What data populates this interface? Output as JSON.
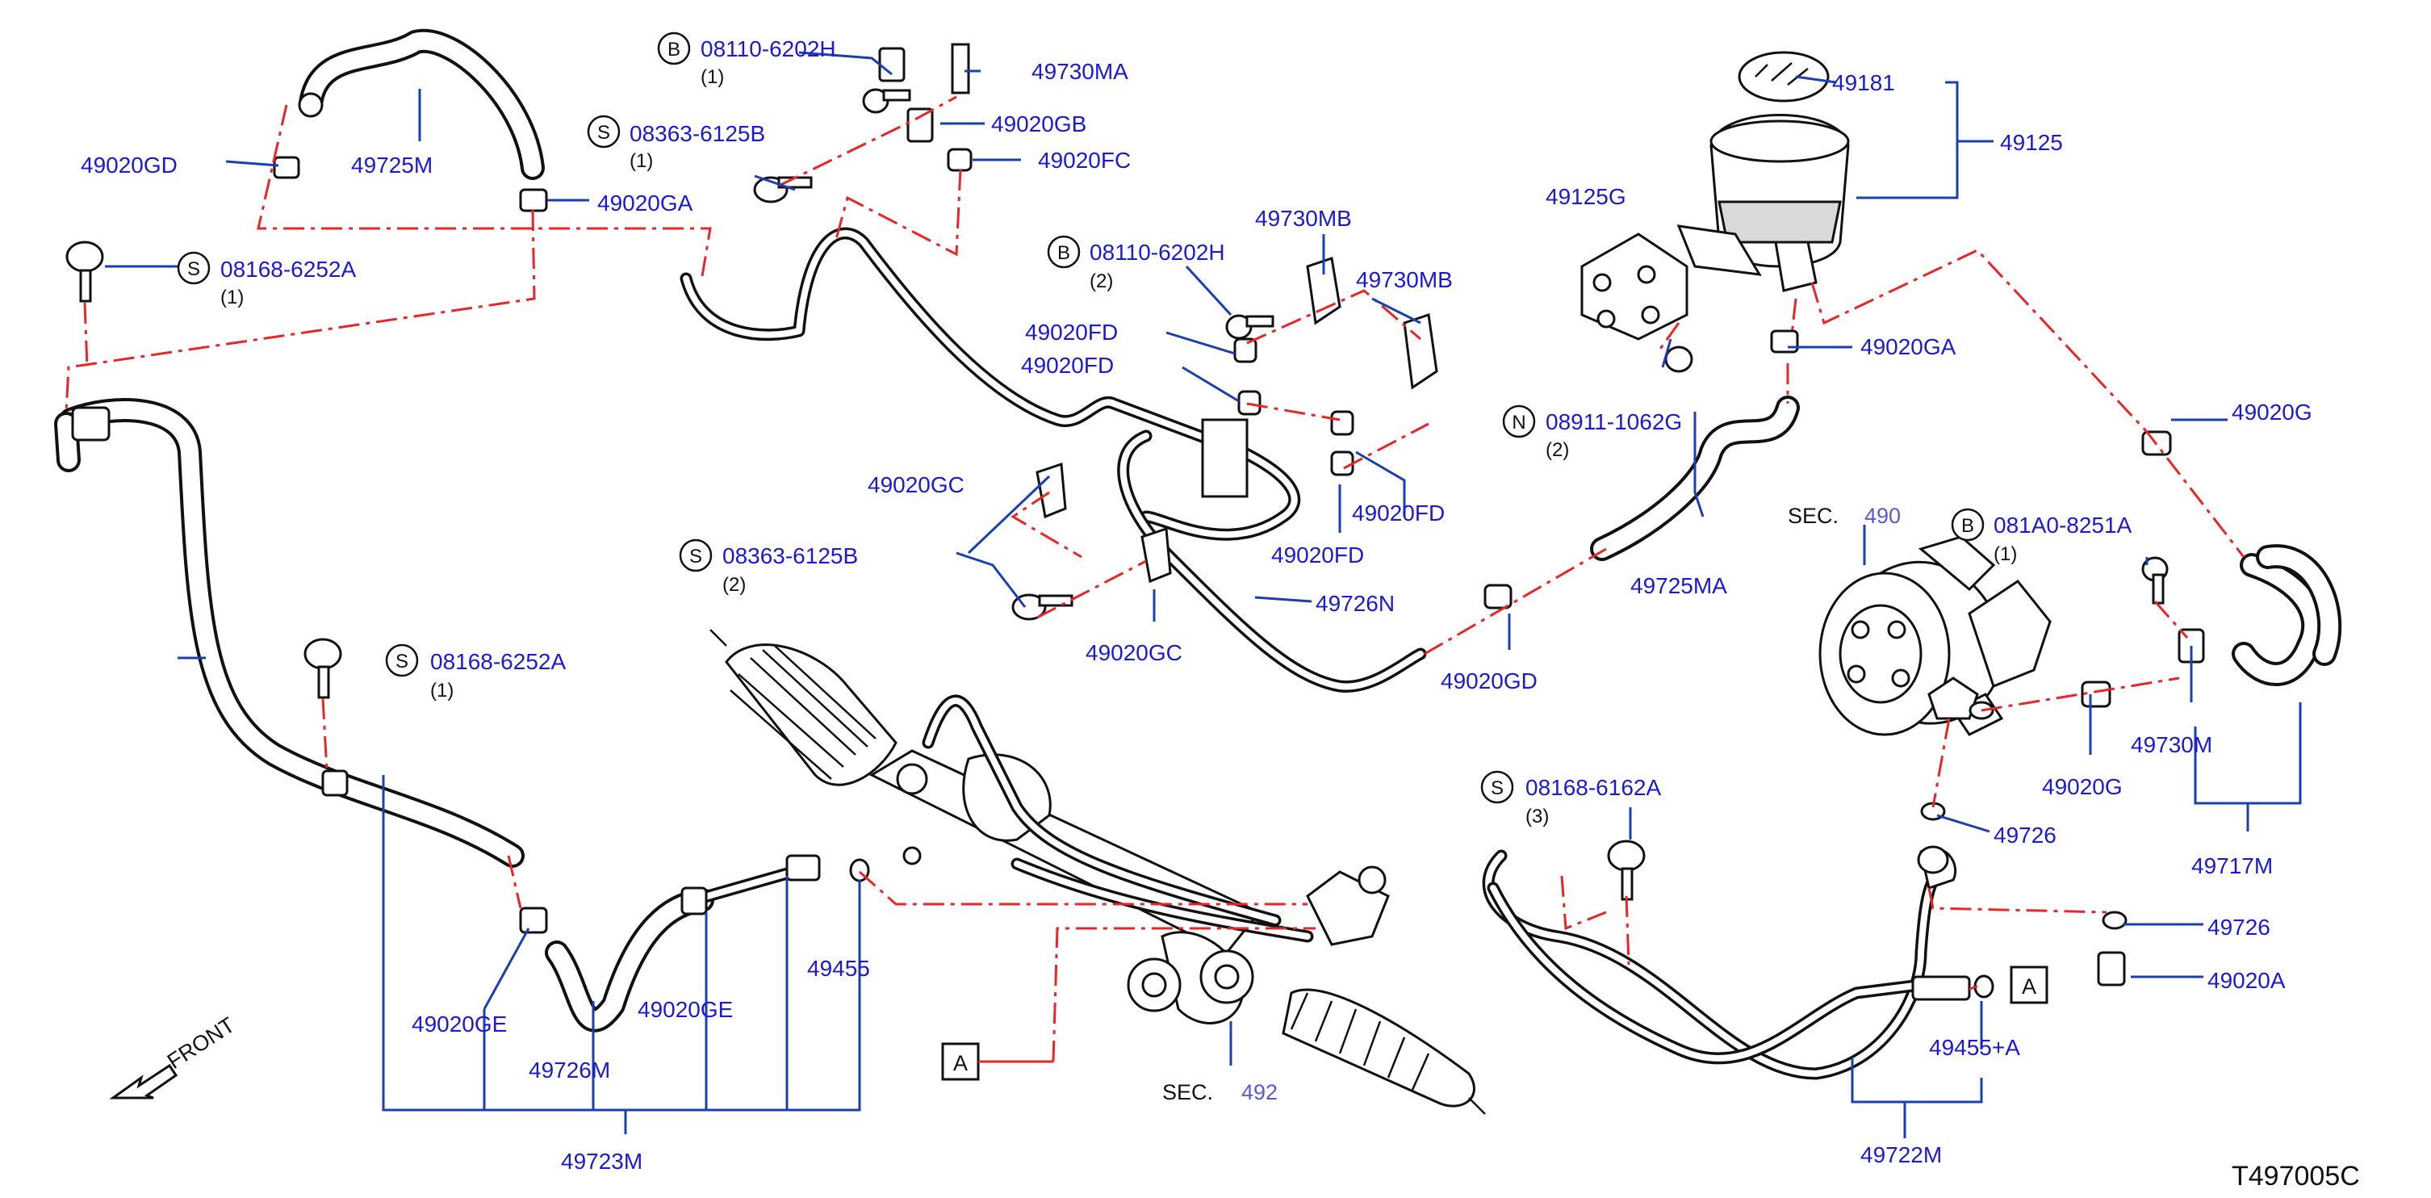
{
  "diagram": {
    "drawing_number": "T497005C",
    "front_label": "FRONT",
    "sec_prefix": "SEC.",
    "sections": {
      "pump": "490",
      "gear": "492"
    },
    "ref_box_label": "A",
    "badges": {
      "b": "B",
      "s": "S",
      "n": "N"
    },
    "parts": {
      "p49181": "49181",
      "p49125": "49125",
      "p49125G": "49125G",
      "p49020GA_top": "49020GA",
      "p49020GA_res": "49020GA",
      "p49020GD_left": "49020GD",
      "p49020GD_mid": "49020GD",
      "p49725M": "49725M",
      "p49725MA": "49725MA",
      "p49730MA": "49730MA",
      "p49020GB": "49020GB",
      "p49020FC": "49020FC",
      "p49730MB_a": "49730MB",
      "p49730MB_b": "49730MB",
      "p49020FD_1": "49020FD",
      "p49020FD_2": "49020FD",
      "p49020FD_3": "49020FD",
      "p49020FD_4": "49020FD",
      "p49020GC_1": "49020GC",
      "p49020GC_2": "49020GC",
      "p49726N": "49726N",
      "p49020G_top": "49020G",
      "p49020G_low": "49020G",
      "p49730M": "49730M",
      "p49717M": "49717M",
      "p49726_a": "49726",
      "p49726_b": "49726",
      "p49020A": "49020A",
      "p49455A": "49455+A",
      "p49722M": "49722M",
      "p49455": "49455",
      "p49020GE_1": "49020GE",
      "p49020GE_2": "49020GE",
      "p49726M": "49726M",
      "p49723M": "49723M"
    },
    "bolts": {
      "b1": {
        "part": "08110-6202H",
        "qty": "(1)"
      },
      "b2": {
        "part": "08110-6202H",
        "qty": "(2)"
      },
      "b3": {
        "part": "081A0-8251A",
        "qty": "(1)"
      },
      "s1": {
        "part": "08363-6125B",
        "qty": "(1)"
      },
      "s2": {
        "part": "08168-6252A",
        "qty": "(1)"
      },
      "s3": {
        "part": "08363-6125B",
        "qty": "(2)"
      },
      "s4": {
        "part": "08168-6252A",
        "qty": "(1)"
      },
      "s5": {
        "part": "08168-6162A",
        "qty": "(3)"
      },
      "n1": {
        "part": "08911-1062G",
        "qty": "(2)"
      }
    }
  }
}
